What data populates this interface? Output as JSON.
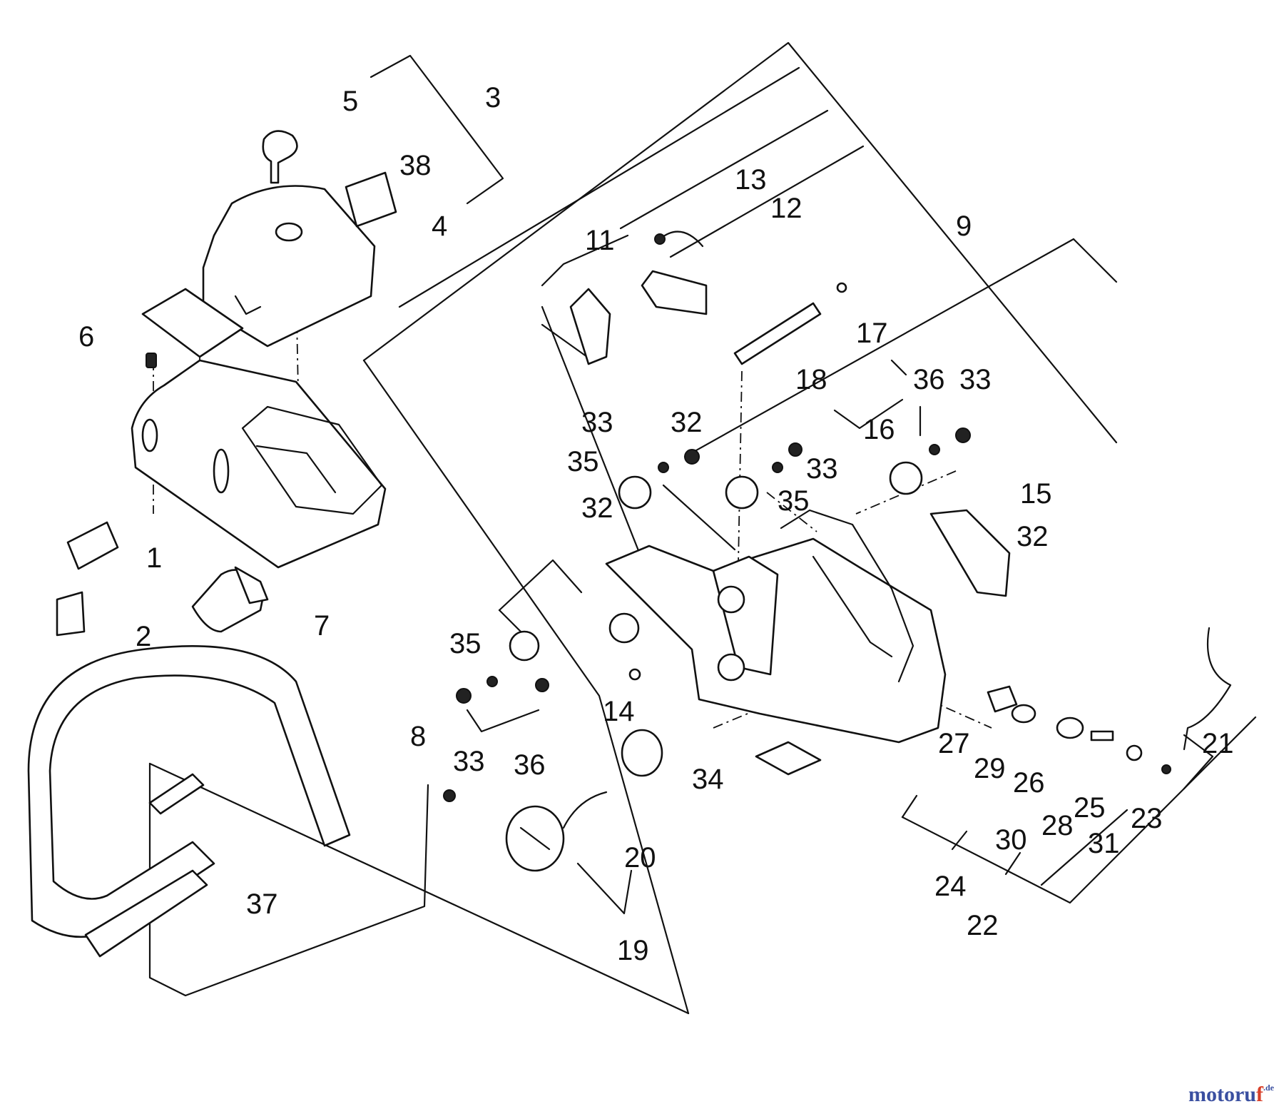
{
  "labels": [
    "1",
    "2",
    "3",
    "4",
    "5",
    "6",
    "7",
    "8",
    "9",
    "11",
    "12",
    "13",
    "14",
    "15",
    "16",
    "17",
    "18",
    "19",
    "20",
    "21",
    "22",
    "23",
    "24",
    "25",
    "26",
    "27",
    "28",
    "29",
    "30",
    "31",
    "32",
    "33",
    "34",
    "35",
    "36",
    "37",
    "38"
  ],
  "watermark": {
    "part1": "motoru",
    "part2": "f",
    "suffix": ".de"
  }
}
